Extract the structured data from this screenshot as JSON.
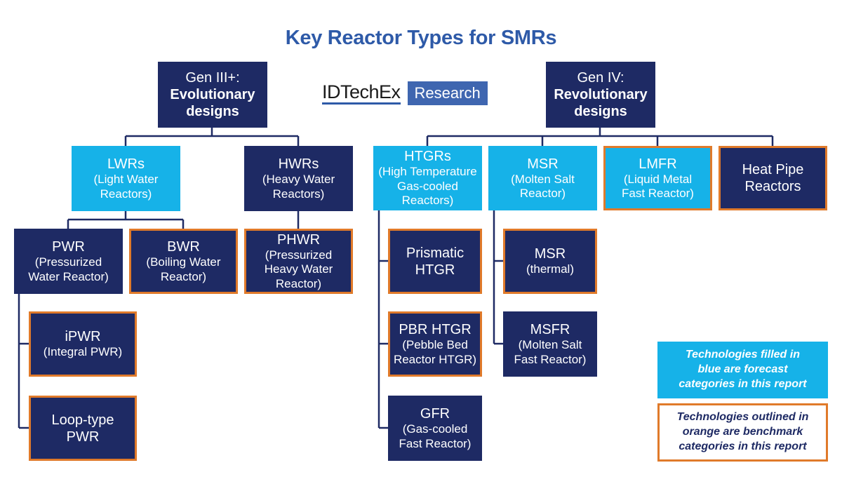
{
  "title": "Key Reactor Types for SMRs",
  "logo": {
    "name": "IDTechEx",
    "sub": "Research"
  },
  "colors": {
    "navy": "#1e2a64",
    "blue": "#16b2e8",
    "orange": "#e07a2a",
    "title": "#2e5aa8"
  },
  "nodes": {
    "gen3": {
      "line1": "Gen III+:",
      "line2": "Evolutionary",
      "line3": "designs"
    },
    "gen4": {
      "line1": "Gen IV:",
      "line2": "Revolutionary",
      "line3": "designs"
    },
    "lwr": {
      "title": "LWRs",
      "sub": "(Light Water Reactors)"
    },
    "hwr": {
      "title": "HWRs",
      "sub": "(Heavy Water Reactors)"
    },
    "htgr": {
      "title": "HTGRs",
      "sub": "(High Temperature Gas-cooled Reactors)"
    },
    "msr": {
      "title": "MSR",
      "sub": "(Molten Salt Reactor)"
    },
    "lmfr": {
      "title": "LMFR",
      "sub": "(Liquid Metal Fast Reactor)"
    },
    "heatpipe": {
      "title": "Heat Pipe Reactors"
    },
    "pwr": {
      "title": "PWR",
      "sub": "(Pressurized Water Reactor)"
    },
    "bwr": {
      "title": "BWR",
      "sub": "(Boiling Water Reactor)"
    },
    "phwr": {
      "title": "PHWR",
      "sub": "(Pressurized Heavy Water Reactor)"
    },
    "ipwr": {
      "title": "iPWR",
      "sub": "(Integral PWR)"
    },
    "loop": {
      "title": "Loop-type PWR"
    },
    "prismatic": {
      "title": "Prismatic HTGR"
    },
    "pbr": {
      "title": "PBR HTGR",
      "sub": "(Pebble Bed Reactor HTGR)"
    },
    "gfr": {
      "title": "GFR",
      "sub": "(Gas-cooled Fast Reactor)"
    },
    "msr_thermal": {
      "title": "MSR",
      "sub": "(thermal)"
    },
    "msfr": {
      "title": "MSFR",
      "sub": "(Molten Salt Fast Reactor)"
    }
  },
  "legend": {
    "blue": "Technologies filled in blue are forecast categories in this report",
    "orange": "Technologies outlined in orange are benchmark categories in this report"
  }
}
